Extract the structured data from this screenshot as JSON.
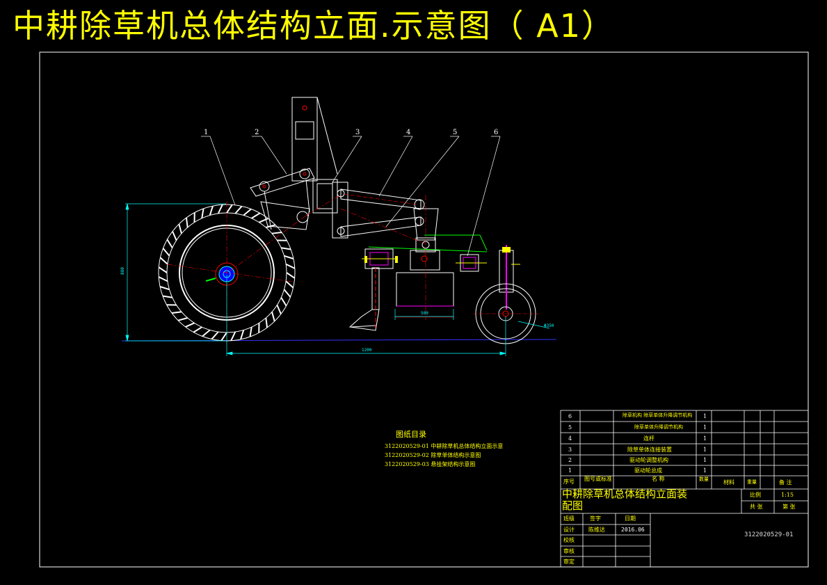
{
  "title": "中耕除草机总体结构立面.示意图（ A1）",
  "part_numbers": [
    "1",
    "2",
    "3",
    "4",
    "5",
    "6"
  ],
  "dimensions": {
    "height": "880",
    "length": "1200",
    "width": "500",
    "cutter": "Φ350"
  },
  "directory": {
    "heading": "图纸目录",
    "items": [
      "3122020529-01  中耕除草机总体结构立面示意",
      "3122020529-02  除草单体结构示意图",
      "3122020529-03  悬挂架结构示意图"
    ]
  },
  "bom": {
    "rows": [
      {
        "no": "6",
        "name": "除草机构 除草单体升降调节机构",
        "qty": "1"
      },
      {
        "no": "5",
        "name": "除草单体升降调节机构",
        "qty": "1"
      },
      {
        "no": "4",
        "name": "连杆",
        "qty": "1"
      },
      {
        "no": "3",
        "name": "除草单体连接装置",
        "qty": "1"
      },
      {
        "no": "2",
        "name": "驱动轮调整机构",
        "qty": "1"
      },
      {
        "no": "1",
        "name": "驱动轮总成",
        "qty": "1"
      }
    ],
    "header": {
      "no": "序号",
      "code": "图号或标准",
      "name": "名 称",
      "qty": "数量",
      "material": "材料",
      "weight": "重量",
      "note": "备 注"
    }
  },
  "title_block": {
    "drawing_name": "中耕除草机总体结构立面装配图",
    "drawing_no": "3122020529-01",
    "scale_label": "比例",
    "scale": "1:15",
    "sheet_label": "第 张",
    "total_label": "共 张",
    "sign_label": "签字",
    "date_label": "日期",
    "roles": [
      "班级",
      "设计",
      "校核",
      "审核",
      "审定"
    ],
    "designer": "陈维达",
    "date": "2016.06"
  }
}
